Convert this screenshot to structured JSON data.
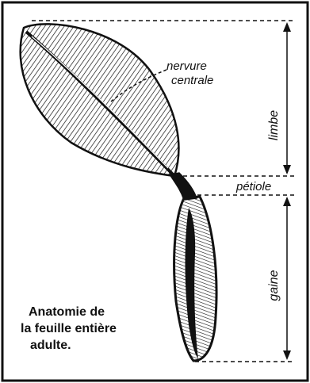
{
  "labels": {
    "nervure_line1": "nervure",
    "nervure_line2": "centrale",
    "limbe": "limbe",
    "petiole": "pétiole",
    "gaine": "gaine"
  },
  "caption": {
    "line1": "Anatomie de",
    "line2": "la feuille entière",
    "line3": "adulte."
  },
  "colors": {
    "ink": "#111111",
    "paper": "#ffffff"
  }
}
